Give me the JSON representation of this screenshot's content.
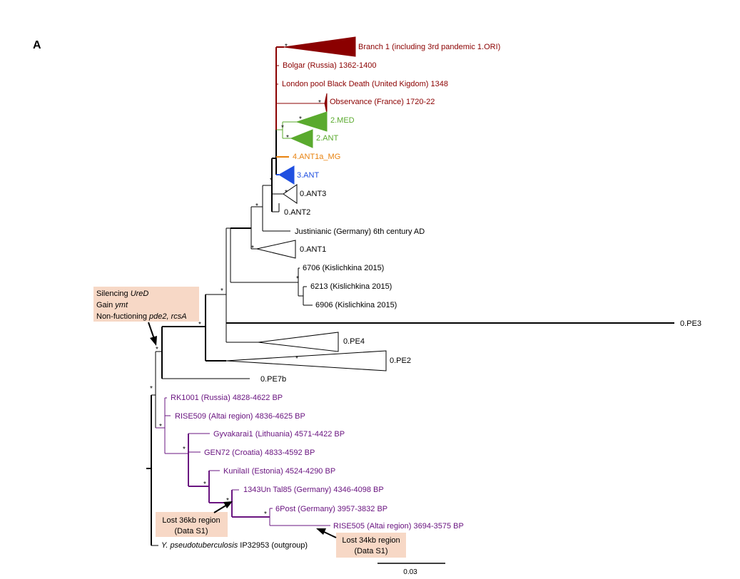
{
  "panel_label": "A",
  "colors": {
    "branch1": "#8b0000",
    "med_ant": "#5aaa2e",
    "ant1a": "#e8820f",
    "ant3": "#1f4fe0",
    "lnba": "#6a1580",
    "black": "#000000",
    "annotation_bg": "#f7d8c6"
  },
  "leaves": {
    "branch1": "Branch 1 (including 3rd pandemic 1.ORI)",
    "bolgar": "Bolgar (Russia) 1362-1400",
    "london": "London pool Black Death (United Kigdom) 1348",
    "observance": "Observance (France) 1720-22",
    "med2": "2.MED",
    "ant2": "2.ANT",
    "ant1a": "4.ANT1a_MG",
    "ant3": "3.ANT",
    "ant03": "0.ANT3",
    "ant02": "0.ANT2",
    "justinianic": "Justinianic (Germany) 6th century AD",
    "ant01": "0.ANT1",
    "k6706": "6706 (Kislichkina 2015)",
    "k6213": "6213 (Kislichkina 2015)",
    "k6906": "6906 (Kislichkina 2015)",
    "pe3": "0.PE3",
    "pe4": "0.PE4",
    "pe2": "0.PE2",
    "pe7b": "0.PE7b",
    "rk1001": "RK1001 (Russia) 4828-4622 BP",
    "rise509": "RISE509 (Altai region) 4836-4625 BP",
    "gyvakarai": "Gyvakarai1 (Lithuania) 4571-4422 BP",
    "gen72": "GEN72 (Croatia) 4833-4592 BP",
    "kunila": "KunilaII (Estonia) 4524-4290 BP",
    "un1343": "1343Un Tal85 (Germany) 4346-4098 BP",
    "post6": "6Post (Germany) 3957-3832 BP",
    "rise505": "RISE505 (Altai region) 3694-3575 BP",
    "outgroup_species": "Y. pseudotuberculosis",
    "outgroup_rest": " IP32953 (outgroup)"
  },
  "annotations": {
    "silencing_prefix": "Silencing ",
    "silencing_gene": "UreD",
    "gain_prefix": "Gain ",
    "gain_gene": "ymt",
    "nonfunc_prefix": "Non-fuctioning ",
    "nonfunc_genes": "pde2, rcsA",
    "lost36_line1": "Lost 36kb region",
    "lost36_line2": "(Data S1)",
    "lost34_line1": "Lost 34kb region",
    "lost34_line2": "(Data S1)"
  },
  "support_marker": "*",
  "scale_bar": {
    "label": "0.03",
    "value": 0.03
  }
}
